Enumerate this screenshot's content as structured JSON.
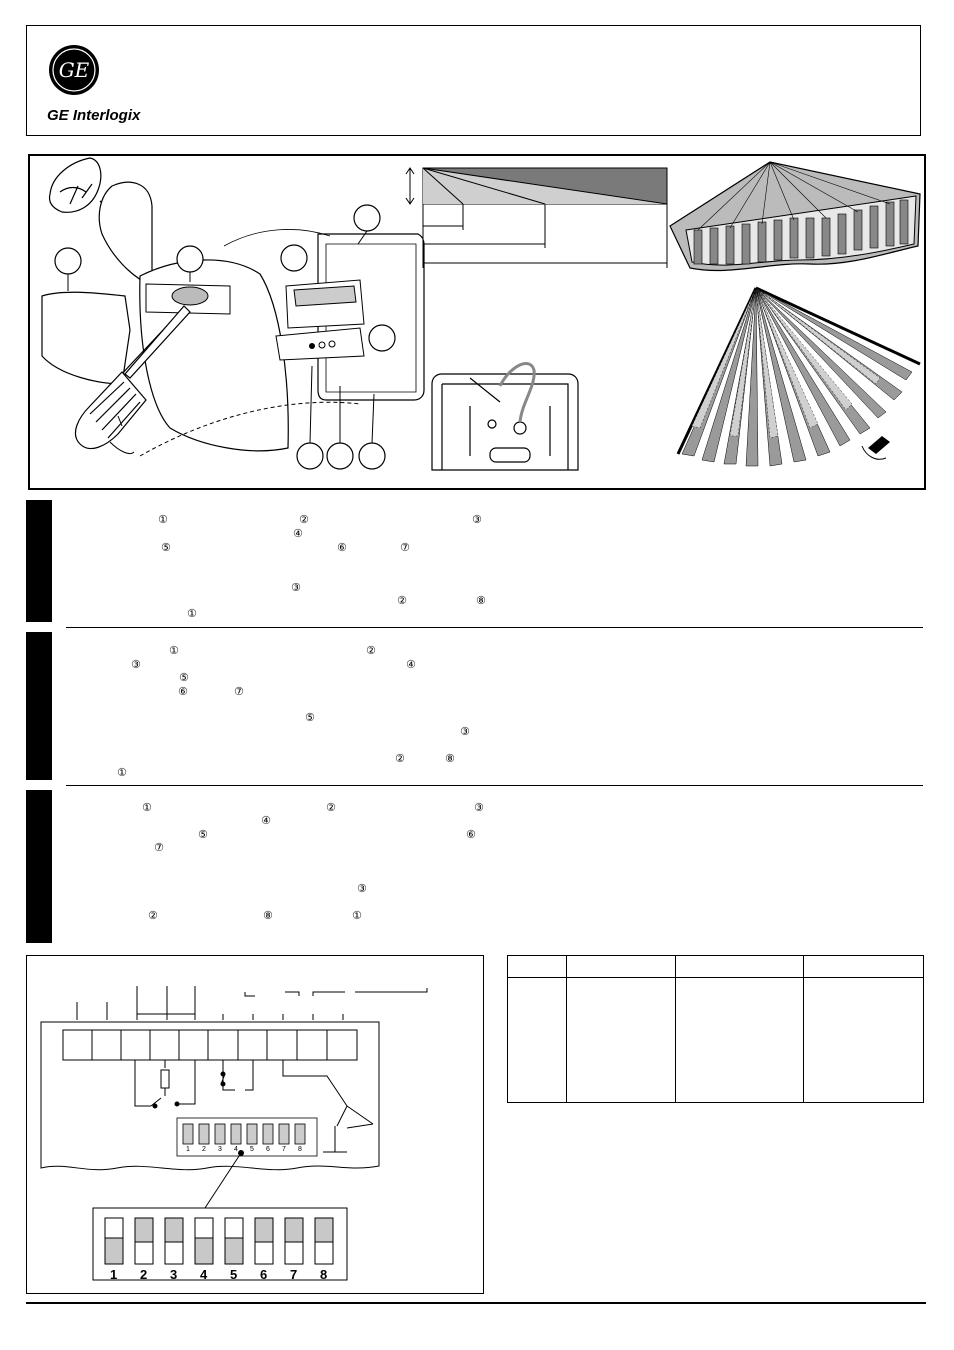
{
  "header": {
    "brand": "GE Interlogix",
    "logo_monogram": "GE"
  },
  "diagram_labels": {
    "dip_numbers": [
      "1",
      "2",
      "3",
      "4",
      "5",
      "6",
      "7",
      "8"
    ],
    "small_dip_numbers": [
      "1",
      "2",
      "3",
      "4",
      "5",
      "6",
      "7",
      "8"
    ]
  },
  "sections": [
    {
      "marks": [
        "①",
        "②",
        "③",
        "④",
        "⑤",
        "⑥",
        "⑦",
        "③",
        "②",
        "⑧",
        "①"
      ]
    },
    {
      "marks": [
        "①",
        "②",
        "③",
        "④",
        "⑤",
        "⑥",
        "⑦",
        "⑤",
        "③",
        "②",
        "⑧",
        "①"
      ]
    },
    {
      "marks": [
        "①",
        "②",
        "③",
        "④",
        "⑤",
        "⑥",
        "⑦",
        "③",
        "②",
        "⑧",
        "①"
      ]
    }
  ],
  "colors": {
    "ink": "#000000",
    "beam_dark": "#7a7a7a",
    "beam_light": "#cfcfcf",
    "beam_mid": "#a8a8a8"
  }
}
